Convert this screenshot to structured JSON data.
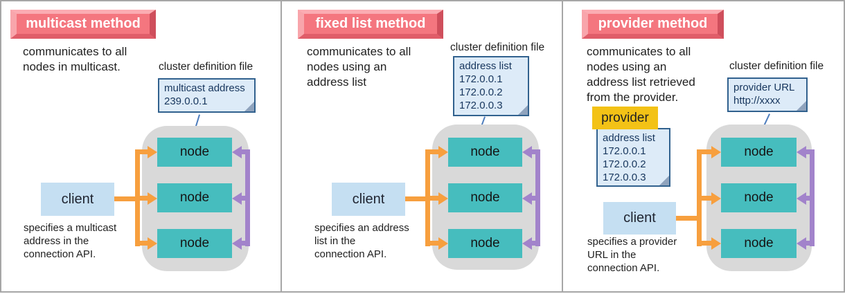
{
  "colors": {
    "banner_pink": "#f4767f",
    "banner_light": "#f8a5ab",
    "banner_dark": "#cf4f5c",
    "node_teal": "#46bdbe",
    "client_blue": "#c5dff2",
    "note_blue": "#ddebf8",
    "note_border": "#31618e",
    "arrow_orange": "#f79f3e",
    "arrow_purple": "#a283cb",
    "provider_yellow": "#f3c216",
    "cluster_gray": "#d9d9d9",
    "frame_gray": "#a6a6a6"
  },
  "panels": [
    {
      "title": "multicast method",
      "description": [
        "communicates to all",
        "nodes in multicast."
      ],
      "note_label": "cluster definition file",
      "note_lines": [
        "multicast address",
        "239.0.0.1"
      ],
      "client_label": "client",
      "node_label": "node",
      "caption": [
        "specifies a multicast",
        "address in the",
        "connection API."
      ]
    },
    {
      "title": "fixed list method",
      "description": [
        "communicates to all",
        "nodes using an",
        "address list"
      ],
      "note_label": "cluster definition file",
      "note_lines": [
        "address list",
        "172.0.0.1",
        "172.0.0.2",
        "172.0.0.3"
      ],
      "client_label": "client",
      "node_label": "node",
      "caption": [
        "specifies an address",
        "list in the",
        "connection API."
      ]
    },
    {
      "title": "provider method",
      "description": [
        "communicates to all",
        "nodes using an",
        "address list retrieved",
        "from the provider."
      ],
      "note_label": "cluster definition file",
      "note_lines": [
        "provider URL",
        "http://xxxx"
      ],
      "provider_label": "provider",
      "provider_note_lines": [
        "address list",
        "172.0.0.1",
        "172.0.0.2",
        "172.0.0.3"
      ],
      "client_label": "client",
      "node_label": "node",
      "caption": [
        "specifies a provider",
        "URL in the",
        "connection API."
      ]
    }
  ]
}
